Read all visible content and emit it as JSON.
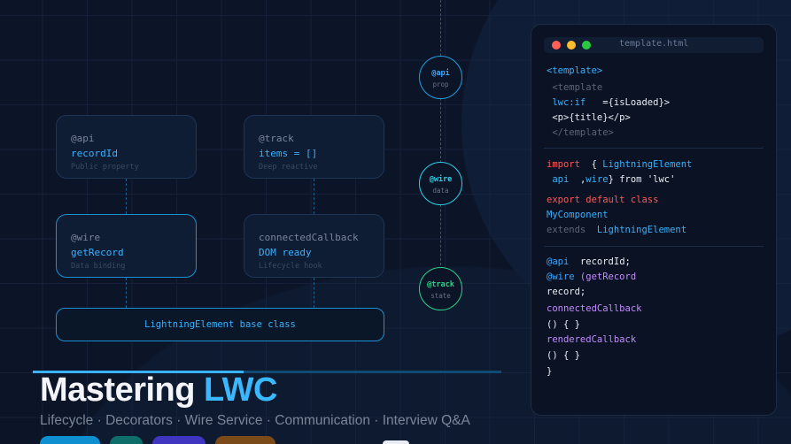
{
  "diagram": {
    "cards": [
      {
        "decorator": "@api",
        "value": "recordId",
        "desc": "Public property"
      },
      {
        "decorator": "@track",
        "value": "items = []",
        "desc": "Deep reactive"
      },
      {
        "decorator": "@wire",
        "value": "getRecord",
        "desc": "Data binding"
      },
      {
        "decorator": "connectedCallback",
        "value": "DOM ready",
        "desc": "Lifecycle hook"
      }
    ],
    "base_class": "LightningElement base class",
    "nodes": [
      {
        "label": "@api",
        "sub": "prop"
      },
      {
        "label": "@wire",
        "sub": "data"
      },
      {
        "label": "@track",
        "sub": "state"
      }
    ]
  },
  "code_panel": {
    "filename": "template.html",
    "lines": {
      "l1": "<template>",
      "l2": " <template",
      "l3a": " lwc:if",
      "l3b": "   ={isLoaded}>",
      "l4": " <p>{title}</p>",
      "l5": " </template>",
      "l6a": "import",
      "l6b": "  {",
      "l6c": " LightningElement",
      "l7a": " api",
      "l7b": "  ,",
      "l7c": "wire",
      "l7d": "} from 'lwc'",
      "l8": "export default class",
      "l9": "MyComponent",
      "l10a": "extends",
      "l10b": "  LightningElement",
      "l11a": "@api",
      "l11b": "  recordId;",
      "l12a": "@wire",
      "l12b": " (getRecord",
      "l13": "record;",
      "l14": "connectedCallback",
      "l15": "() { }",
      "l16": "renderedCallback",
      "l17": "() { }",
      "l18": "}"
    }
  },
  "hero": {
    "title_main": "Mastering",
    "title_accent": "LWC",
    "subtitle": "Lifecycle · Decorators · Wire Service · Communication · Interview Q&A",
    "progress_fraction": 0.45
  },
  "colors": {
    "accent": "#39b2ff",
    "pill_colors": [
      "#0e90d0",
      "#0e6e6a",
      "#3f35c0",
      "#7a4a18"
    ]
  }
}
